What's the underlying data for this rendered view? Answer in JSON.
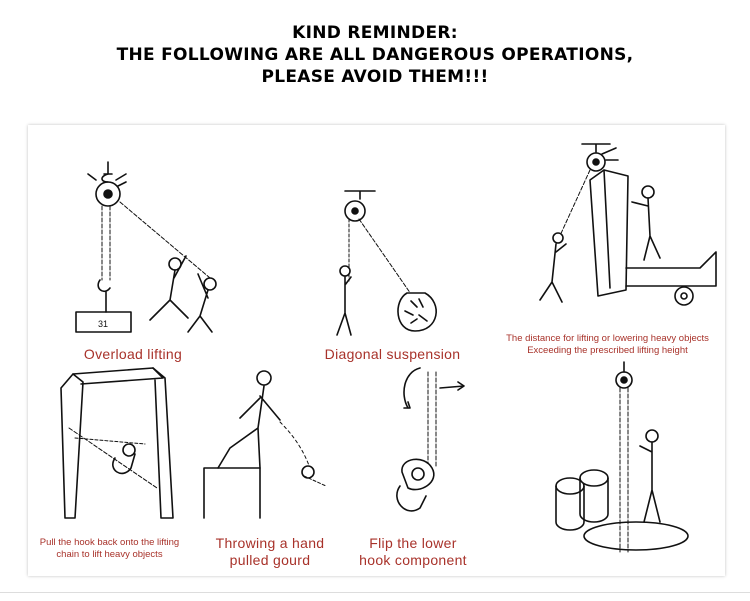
{
  "heading": {
    "line1": "KIND REMINDER:",
    "line2": "THE FOLLOWING ARE ALL DANGEROUS OPERATIONS,",
    "line3": "PLEASE AVOID THEM!!!"
  },
  "illustrations": [
    {
      "caption": "Overload lifting",
      "icon": "overload-lifting-illustration",
      "weight_label": "31"
    },
    {
      "caption": "Diagonal suspension",
      "icon": "diagonal-suspension-illustration"
    },
    {
      "caption_line1": "The distance for lifting or lowering heavy objects",
      "caption_line2": "Exceeding the prescribed lifting height",
      "icon": "excess-lifting-height-illustration"
    },
    {
      "caption_line1": "Pull the hook back onto the lifting",
      "caption_line2": "chain to lift heavy objects",
      "icon": "hook-back-on-chain-illustration"
    },
    {
      "caption_line1": "Throwing a hand",
      "caption_line2": "pulled gourd",
      "icon": "throwing-hoist-illustration"
    },
    {
      "caption_line1": "Flip the lower",
      "caption_line2": "hook component",
      "icon": "flip-lower-hook-illustration"
    },
    {
      "icon": "standing-under-load-illustration"
    }
  ],
  "colors": {
    "caption": "#a8322a",
    "heading": "#000000",
    "line_art": "#111111"
  }
}
